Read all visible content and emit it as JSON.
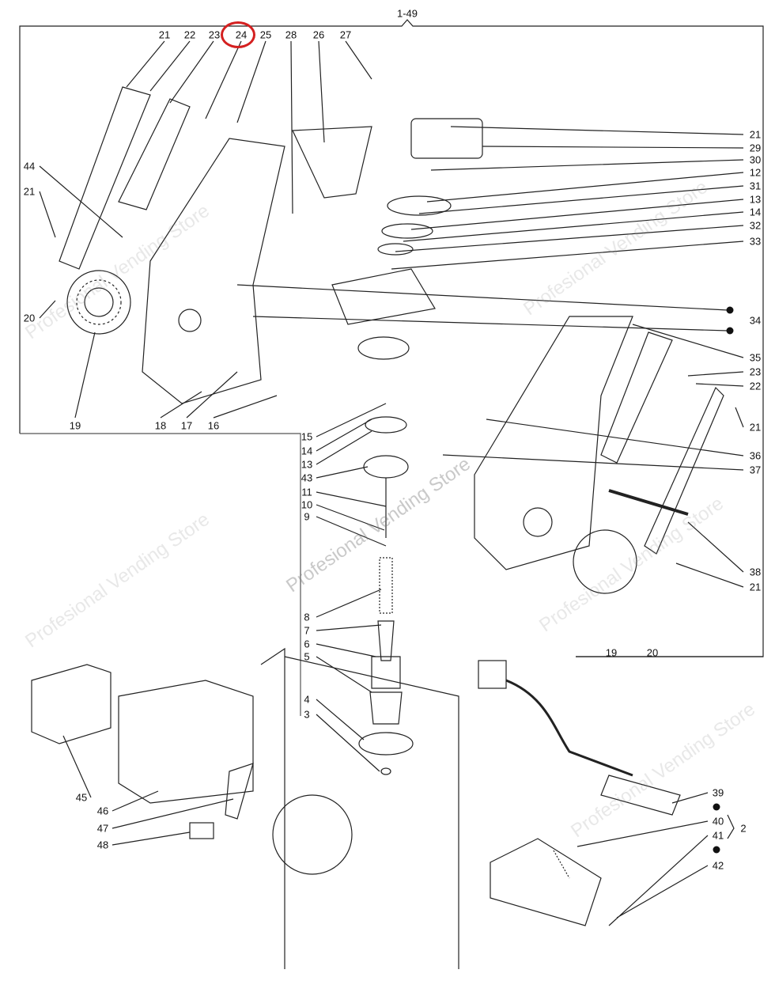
{
  "diagram": {
    "assembly_label": "1-49",
    "highlight_color": "#d42020",
    "highlighted_part": "24",
    "watermark": "Profesional Vending Store",
    "labels": {
      "top": [
        "21",
        "22",
        "23",
        "24",
        "25",
        "28",
        "26",
        "27"
      ],
      "right_upper": [
        "21",
        "29",
        "30",
        "12",
        "31",
        "13",
        "14",
        "32",
        "33",
        "34",
        "35",
        "23",
        "22",
        "21",
        "36",
        "37",
        "38",
        "21",
        "19",
        "20"
      ],
      "left": [
        "44",
        "21",
        "20",
        "19",
        "18",
        "17",
        "16"
      ],
      "center": [
        "15",
        "14",
        "13",
        "43",
        "11",
        "10",
        "9",
        "8",
        "7",
        "6",
        "5",
        "4",
        "3"
      ],
      "bottom_left": [
        "45",
        "46",
        "47",
        "48"
      ],
      "bottom_right": [
        "39",
        "40",
        "41",
        "42",
        "2"
      ]
    }
  }
}
